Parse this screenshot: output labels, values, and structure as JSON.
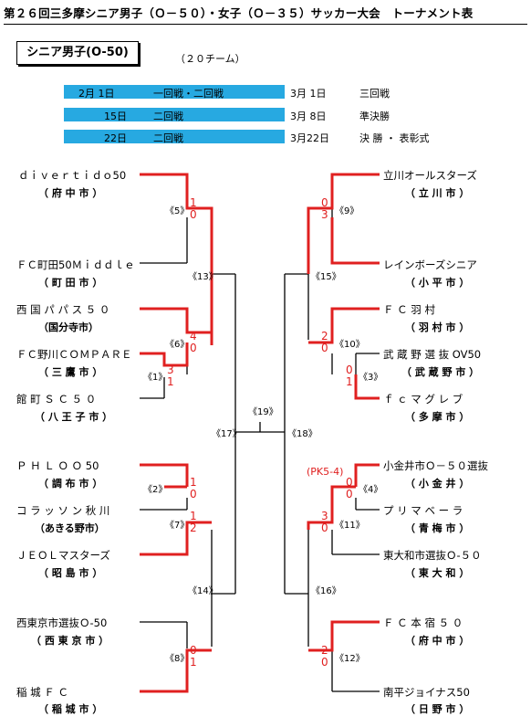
{
  "title": "第２６回三多摩シニア男子（Ｏ－５０）・女子（Ｏ－３５）サッカー大会　トーナメント表",
  "division": "シニア男子(O-50)",
  "team_count": "（２０チーム）",
  "schedule": [
    {
      "date": "2月  1日",
      "round": "一回戦・二回戦",
      "date2": "3月   1日",
      "round2": "三回戦"
    },
    {
      "date": "15日",
      "round": "二回戦",
      "date2": "3月   8日",
      "round2": "準決勝"
    },
    {
      "date": "22日",
      "round": "二回戦",
      "date2": "3月22日",
      "round2": "決  勝 ・ 表彰式"
    }
  ],
  "left_teams": [
    {
      "name": "ｄｉｖｅｒｔｉｄｏ50",
      "pref": "（ 府 中 市 ）"
    },
    {
      "name": "ＦＣ町田50Ｍｉｄｄｌｅ",
      "pref": "（ 町 田 市 ）"
    },
    {
      "name": "西 国 パ パ ス ５ ０",
      "pref": "（国分寺市）"
    },
    {
      "name": "ＦＣ野川ＣＯＭＰＡＲＥ",
      "pref": "（ 三 鷹 市 ）"
    },
    {
      "name": "館 町  Ｓ Ｃ ５ ０",
      "pref": "（ 八 王 子 市 ）"
    },
    {
      "name": "Ｐ Ｈ Ｌ Ｏ Ｏ 50",
      "pref": "（ 調 布 市 ）"
    },
    {
      "name": "コ ラ ッ ソ ン 秋 川",
      "pref": "（あきる野市）"
    },
    {
      "name": "ＪＥＯＬマスターズ",
      "pref": "（ 昭 島 市 ）"
    },
    {
      "name": "西東京市選抜Ｏ-50",
      "pref": "（ 西 東 京 市 ）"
    },
    {
      "name": "稲   城   Ｆ   Ｃ",
      "pref": "（ 稲 城 市 ）"
    }
  ],
  "right_teams": [
    {
      "name": "立川オールスターズ",
      "pref": "（ 立 川 市 ）"
    },
    {
      "name": "レインボーズシニア",
      "pref": "（ 小 平 市 ）"
    },
    {
      "name": "Ｆ  Ｃ  羽  村",
      "pref": "（ 羽 村 市 ）"
    },
    {
      "name": "武 蔵 野 選 抜 OV50",
      "pref": "（ 武 蔵 野 市 ）"
    },
    {
      "name": "ｆ ｃ マ グ レ ブ",
      "pref": "（ 多 摩 市 ）"
    },
    {
      "name": "小金井市Ｏ－５０選抜",
      "pref": "（ 小 金 井 ）"
    },
    {
      "name": "プ リ マ ベ ー ラ",
      "pref": "（ 青 梅 市 ）"
    },
    {
      "name": "東大和市選抜Ｏ-５０",
      "pref": "（ 東 大 和 ）"
    },
    {
      "name": "Ｆ  Ｃ  本  宿  ５  ０",
      "pref": "（ 府 中 市 ）"
    },
    {
      "name": "南平ジョイナス50",
      "pref": "（ 日 野 市 ）"
    }
  ],
  "games": [
    "《1》",
    "《2》",
    "《3》",
    "《4》",
    "《5》",
    "《6》",
    "《7》",
    "《8》",
    "《9》",
    "《10》",
    "《11》",
    "《12》",
    "《13》",
    "《14》",
    "《15》",
    "《16》",
    "《17》",
    "《18》",
    "《19》"
  ],
  "scores": {
    "g5": [
      "1",
      "0"
    ],
    "g6": [
      "4",
      "0"
    ],
    "g1": [
      "3",
      "1"
    ],
    "g2": [
      "1",
      "0"
    ],
    "g7": [
      "1",
      "2"
    ],
    "g8": [
      "0",
      "1"
    ],
    "g9": [
      "0",
      "3"
    ],
    "g10": [
      "2",
      "0"
    ],
    "g3": [
      "0",
      "1"
    ],
    "g4": [
      "0",
      "0"
    ],
    "g11": [
      "3",
      "0"
    ],
    "g12": [
      "2",
      "0"
    ]
  },
  "pk_note": "(PK5-4)",
  "colors": {
    "schedule_bar": "#27a9e1",
    "winner_line": "#e02020",
    "line": "#000000"
  }
}
